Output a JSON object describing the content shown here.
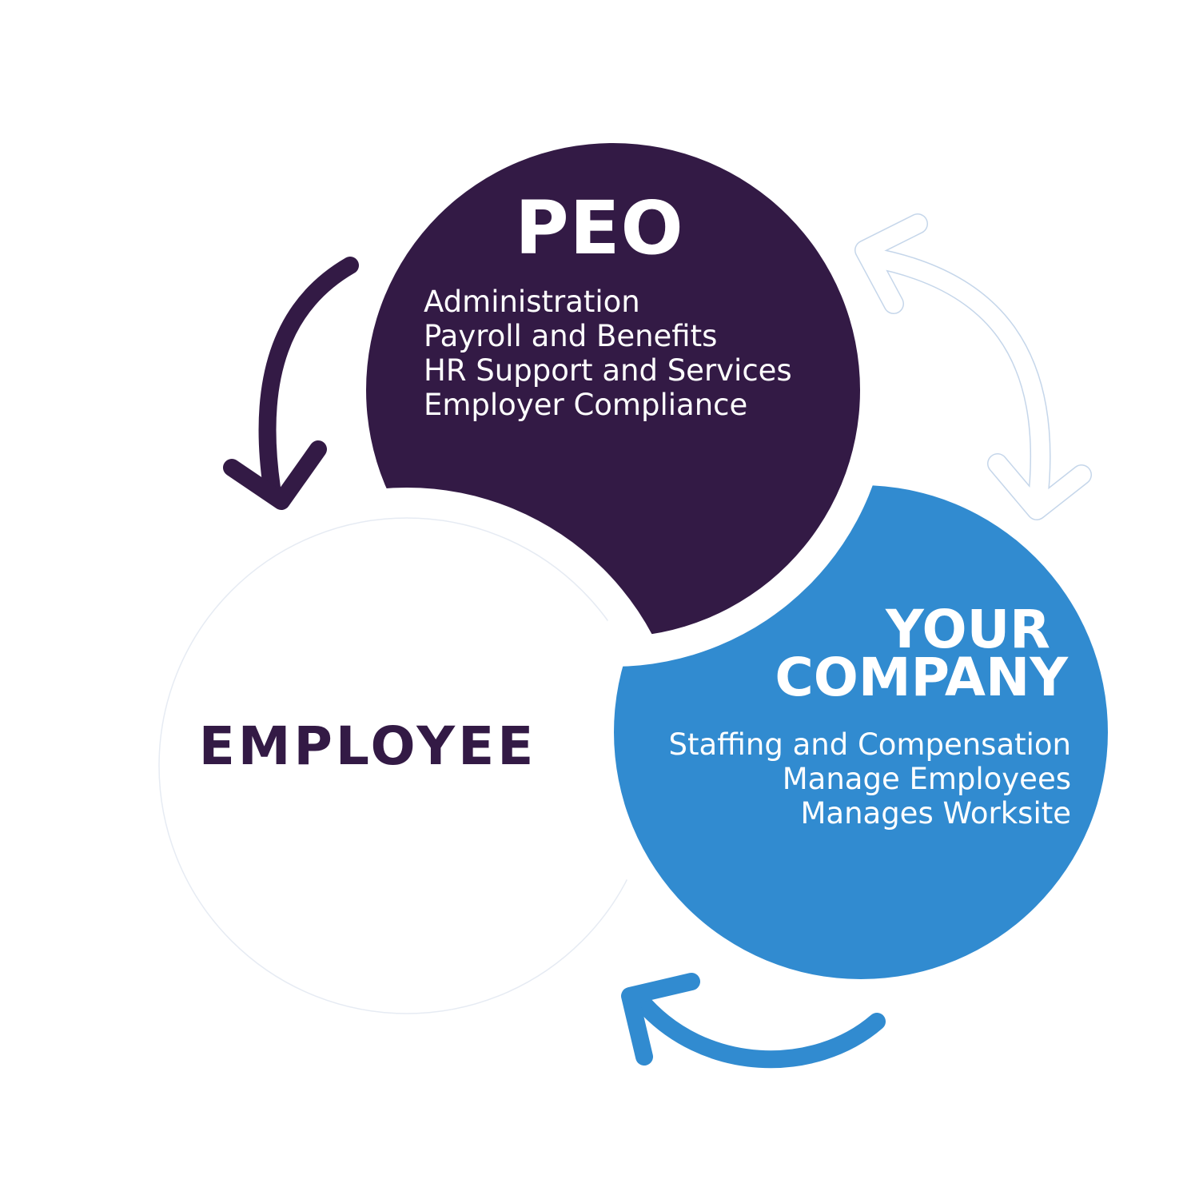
{
  "colors": {
    "peo": "#331a45",
    "company": "#318bd0",
    "employee_outline": "#e6ebf3",
    "light_arrow": "#c5d6ea"
  },
  "peo": {
    "title": "PEO",
    "items": [
      "Administration",
      "Payroll and Benefits",
      "HR Support and Services",
      "Employer Compliance"
    ]
  },
  "employee": {
    "title": "EMPLOYEE"
  },
  "company": {
    "title_line1": "YOUR",
    "title_line2": "COMPANY",
    "items": [
      "Staffing and Compensation",
      "Manage Employees",
      "Manages Worksite"
    ]
  }
}
